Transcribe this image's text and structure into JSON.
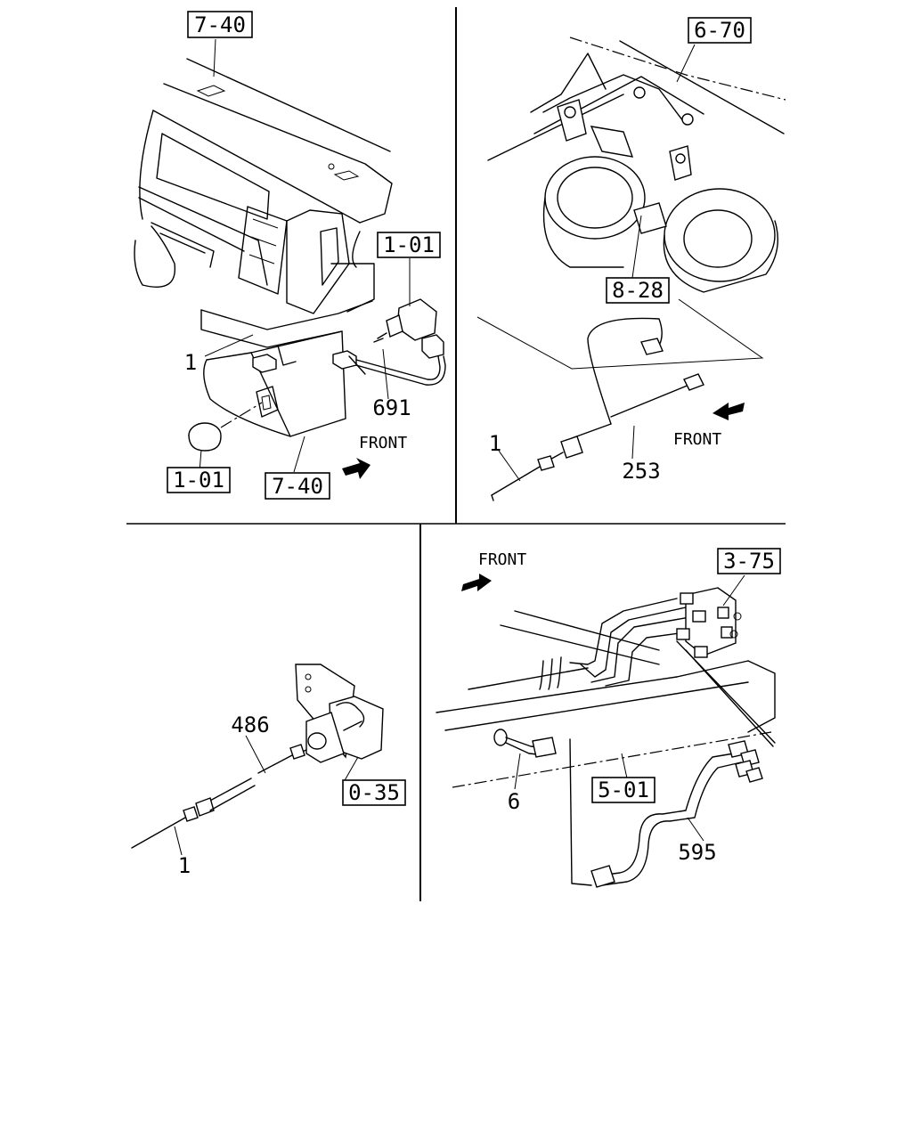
{
  "panels": {
    "top_left": {
      "ref_dash_top": "7-40",
      "ref_switch": "1-01",
      "ref_knob": "1-01",
      "ref_dash_bottom": "7-40",
      "part_harness": "1",
      "part_691": "691",
      "front_label": "FRONT"
    },
    "top_right": {
      "ref_horn": "6-70",
      "ref_bracket": "8-28",
      "part_harness": "1",
      "part_253": "253",
      "front_label": "FRONT"
    },
    "bottom_left": {
      "part_486": "486",
      "ref_unit": "0-35",
      "part_harness": "1"
    },
    "bottom_right": {
      "front_label": "FRONT",
      "ref_valve": "3-75",
      "ref_frame": "5-01",
      "part_6": "6",
      "part_595": "595"
    }
  }
}
